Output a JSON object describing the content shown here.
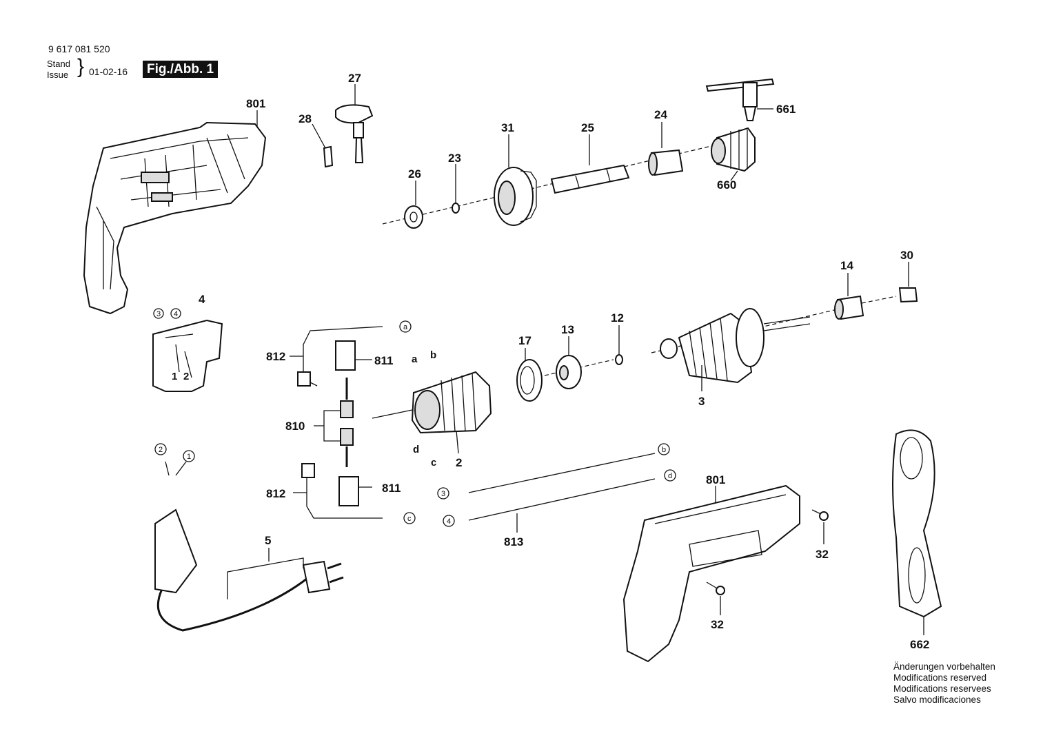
{
  "header": {
    "doc_number": "9 617 081 520",
    "stand_label": "Stand",
    "issue_label": "Issue",
    "issue_date": "01-02-16",
    "figure_badge": "Fig./Abb. 1"
  },
  "parts": {
    "p801a": "801",
    "p28": "28",
    "p27": "27",
    "p31": "31",
    "p25": "25",
    "p24": "24",
    "p661": "661",
    "p660": "660",
    "p26": "26",
    "p23": "23",
    "p14": "14",
    "p30": "30",
    "p4": "4",
    "p17": "17",
    "p13": "13",
    "p12": "12",
    "p3": "3",
    "p812a": "812",
    "p811a": "811",
    "pa": "a",
    "pb": "b",
    "p810": "810",
    "pd": "d",
    "pc": "c",
    "p2": "2",
    "p812b": "812",
    "p811b": "811",
    "p5": "5",
    "p813": "813",
    "p801b": "801",
    "p32a": "32",
    "p32b": "32",
    "p662": "662"
  },
  "callouts": {
    "sw1": "1",
    "sw2": "2",
    "sw3": "3",
    "sw4": "4",
    "ca": "a",
    "cb": "b",
    "cc": "c",
    "cd": "d",
    "w3": "3",
    "w4": "4",
    "cord1": "1",
    "cord2": "2"
  },
  "notes": [
    "Änderungen vorbehalten",
    "Modifications reserved",
    "Modifications reservees",
    "Salvo modificaciones"
  ]
}
